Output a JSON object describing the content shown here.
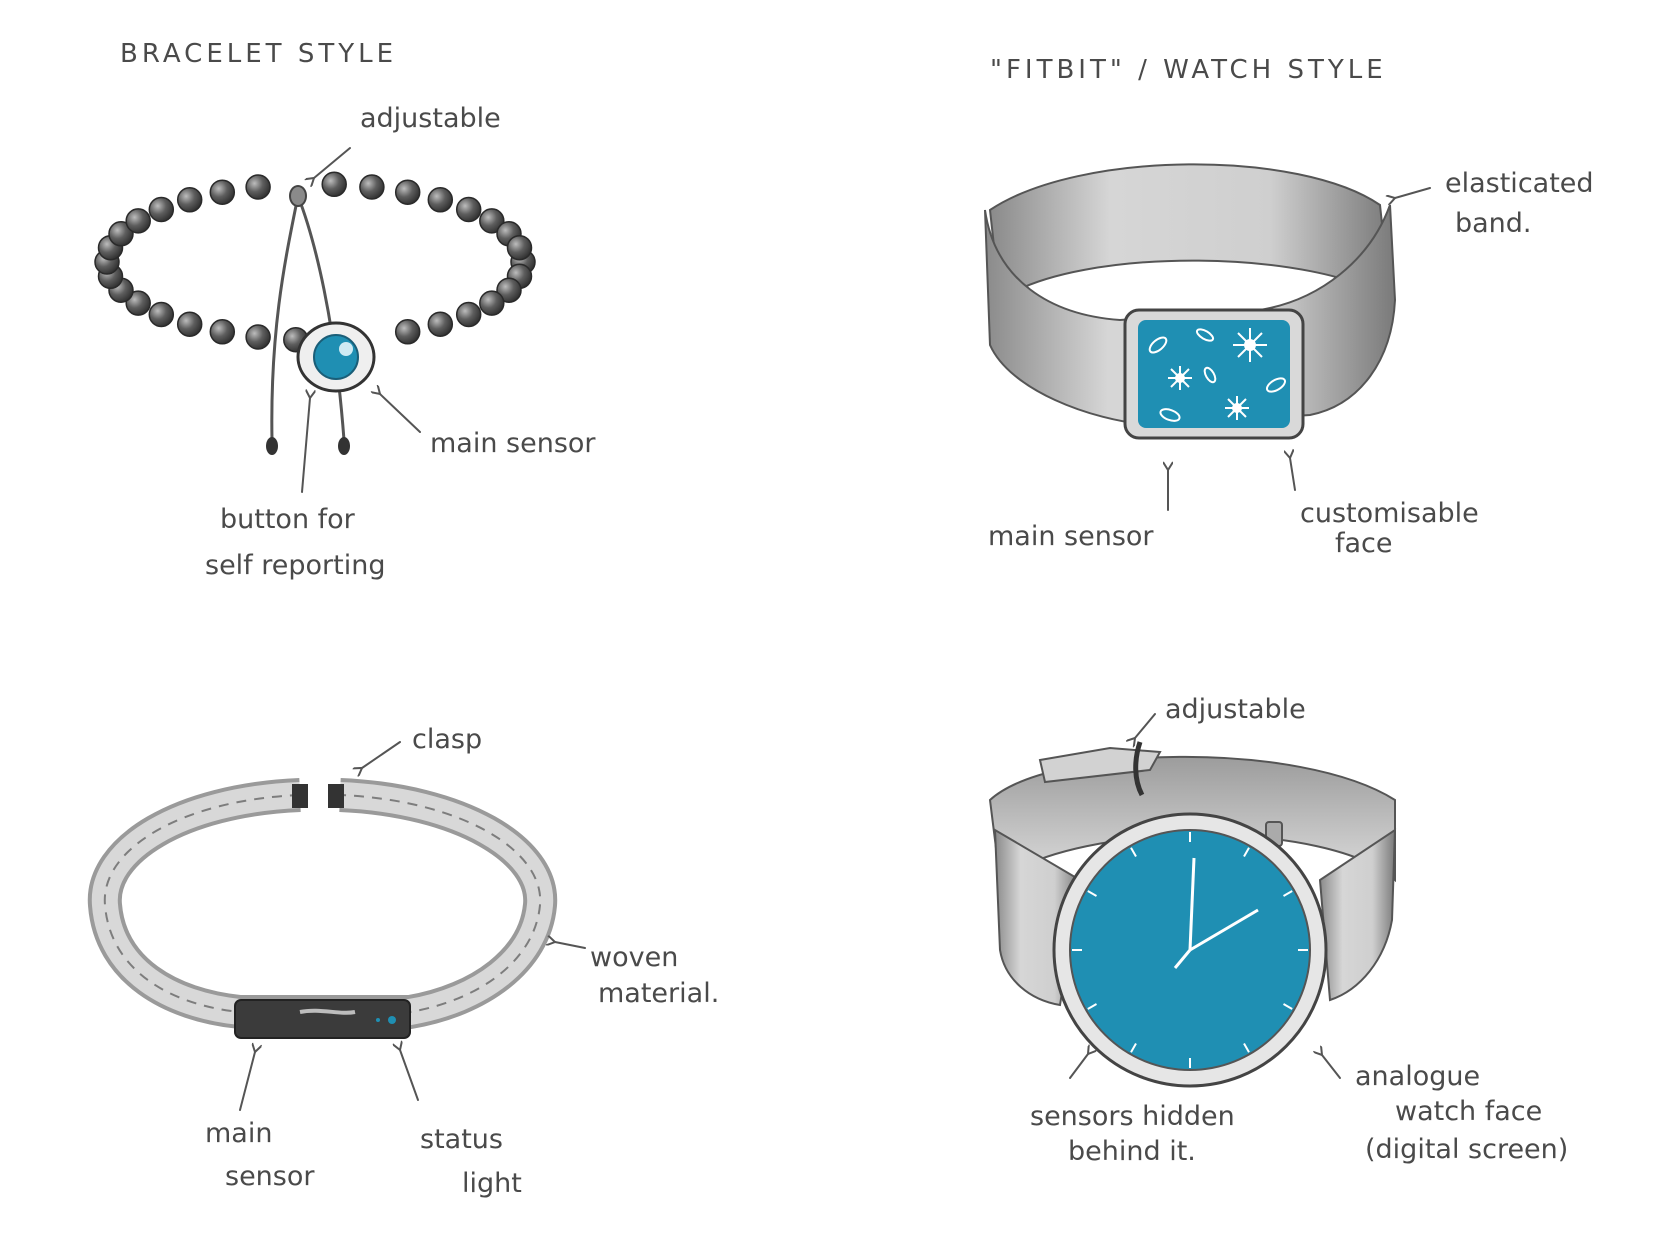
{
  "colors": {
    "accent": "#1f8fb3",
    "pencil": "#555555",
    "band": "#bdbdbd"
  },
  "sketches": {
    "bracelet": {
      "title": "BRACELET STYLE",
      "labels": {
        "adjustable": "adjustable",
        "main_sensor": "main sensor",
        "button_line1": "button for",
        "button_line2": "self reporting"
      }
    },
    "fitbit": {
      "title": "\"FITBIT\" / WATCH STYLE",
      "labels": {
        "band_line1": "elasticated",
        "band_line2": "band.",
        "main_sensor": "main sensor",
        "face_line1": "customisable",
        "face_line2": "face"
      }
    },
    "woven": {
      "labels": {
        "clasp": "clasp",
        "woven_line1": "woven",
        "woven_line2": "material.",
        "sensor_line1": "main",
        "sensor_line2": "sensor",
        "status_line1": "status",
        "status_line2": "light"
      }
    },
    "analogue": {
      "labels": {
        "adjustable": "adjustable",
        "sensors_line1": "sensors hidden",
        "sensors_line2": "behind it.",
        "face_line1": "analogue",
        "face_line2": "watch face",
        "face_line3": "(digital screen)"
      }
    }
  }
}
